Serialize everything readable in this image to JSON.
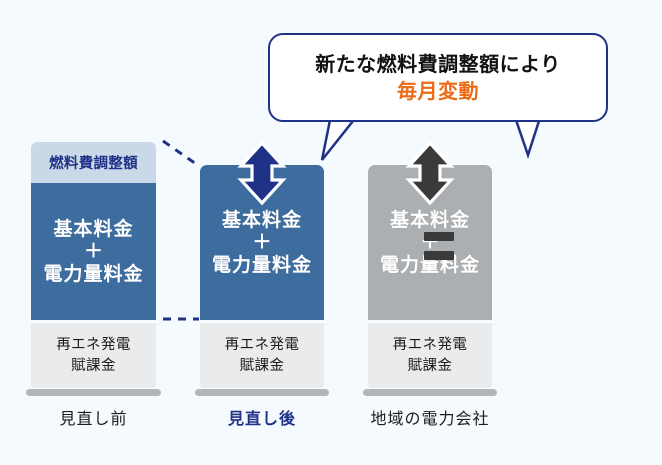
{
  "background_color": "#f4fafd",
  "callout": {
    "line1": "新たな燃料費調整額により",
    "line2": "毎月変動",
    "border_color": "#1f3287",
    "highlight_color": "#ec6a14"
  },
  "labels": {
    "adjustment": "燃料費調整額",
    "base_charge": "基本料金",
    "plus": "＋",
    "energy_charge": "電力量料金",
    "levy_line1": "再エネ発電",
    "levy_line2": "賦課金"
  },
  "columns": [
    {
      "id": "before",
      "caption": "見直し前",
      "caption_color": "#1c1c1c",
      "segments": [
        {
          "name": "adjustment",
          "text": "燃料費調整額",
          "color": "#c9d9e8",
          "text_color": "#1f3287"
        },
        {
          "name": "main",
          "line1": "基本料金",
          "op": "＋",
          "line2": "電力量料金",
          "color": "#3d6c9e",
          "text_color": "#ffffff"
        },
        {
          "name": "levy",
          "line1": "再エネ発電",
          "line2": "賦課金",
          "color": "#e9ebed",
          "text_color": "#1c1c1c"
        }
      ],
      "arrow": null
    },
    {
      "id": "after",
      "caption": "見直し後",
      "caption_color": "#1f3287",
      "segments": [
        {
          "name": "main",
          "line1": "基本料金",
          "op": "＋",
          "line2": "電力量料金",
          "color": "#3d6c9e",
          "text_color": "#ffffff"
        },
        {
          "name": "levy",
          "line1": "再エネ発電",
          "line2": "賦課金",
          "color": "#e9ebed",
          "text_color": "#1c1c1c"
        }
      ],
      "arrow": {
        "type": "double-arrow-vertical",
        "color": "#1f3287"
      }
    },
    {
      "id": "regional",
      "caption": "地域の電力会社",
      "caption_color": "#1c1c1c",
      "segments": [
        {
          "name": "main",
          "line1": "基本料金",
          "op": "＋",
          "line2": "電力量料金",
          "color": "#acafb2",
          "text_color": "#ffffff"
        },
        {
          "name": "levy",
          "line1": "再エネ発電",
          "line2": "賦課金",
          "color": "#e9ebed",
          "text_color": "#1c1c1c"
        }
      ],
      "arrow": {
        "type": "double-arrow-vertical",
        "color": "#3a3a3a"
      }
    }
  ],
  "equals": {
    "symbol": "=",
    "color": "#3a3a3a"
  },
  "connectors": [
    {
      "name": "top-dashed-connector",
      "color": "#1f3287",
      "style": "dashed"
    },
    {
      "name": "bottom-dashed-connector",
      "color": "#1f3287",
      "style": "dashed"
    }
  ]
}
